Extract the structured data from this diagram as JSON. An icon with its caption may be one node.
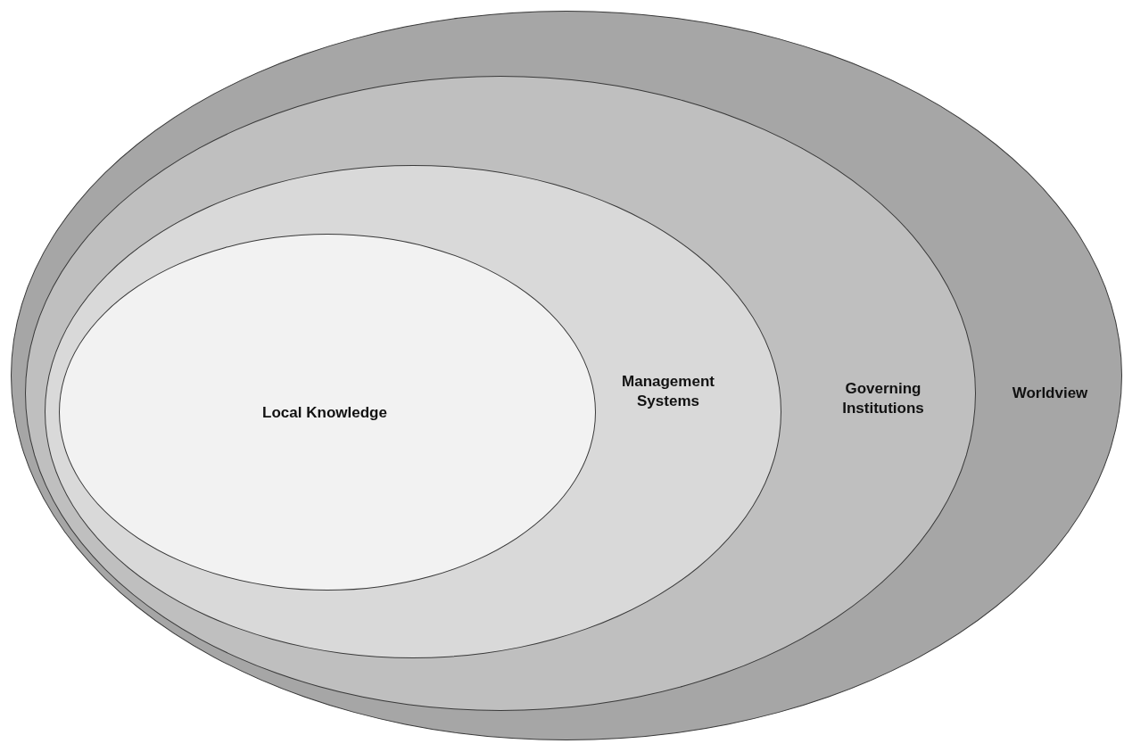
{
  "diagram": {
    "nodes": [
      {
        "text": [
          "Worldview"
        ]
      },
      {
        "text": [
          "Governing Institutions"
        ],
        "in": 0
      },
      {
        "text": [
          "Management Systems"
        ],
        "in": 1
      },
      {
        "text": [
          "Local Knowledge"
        ],
        "in": 2
      }
    ]
  }
}
